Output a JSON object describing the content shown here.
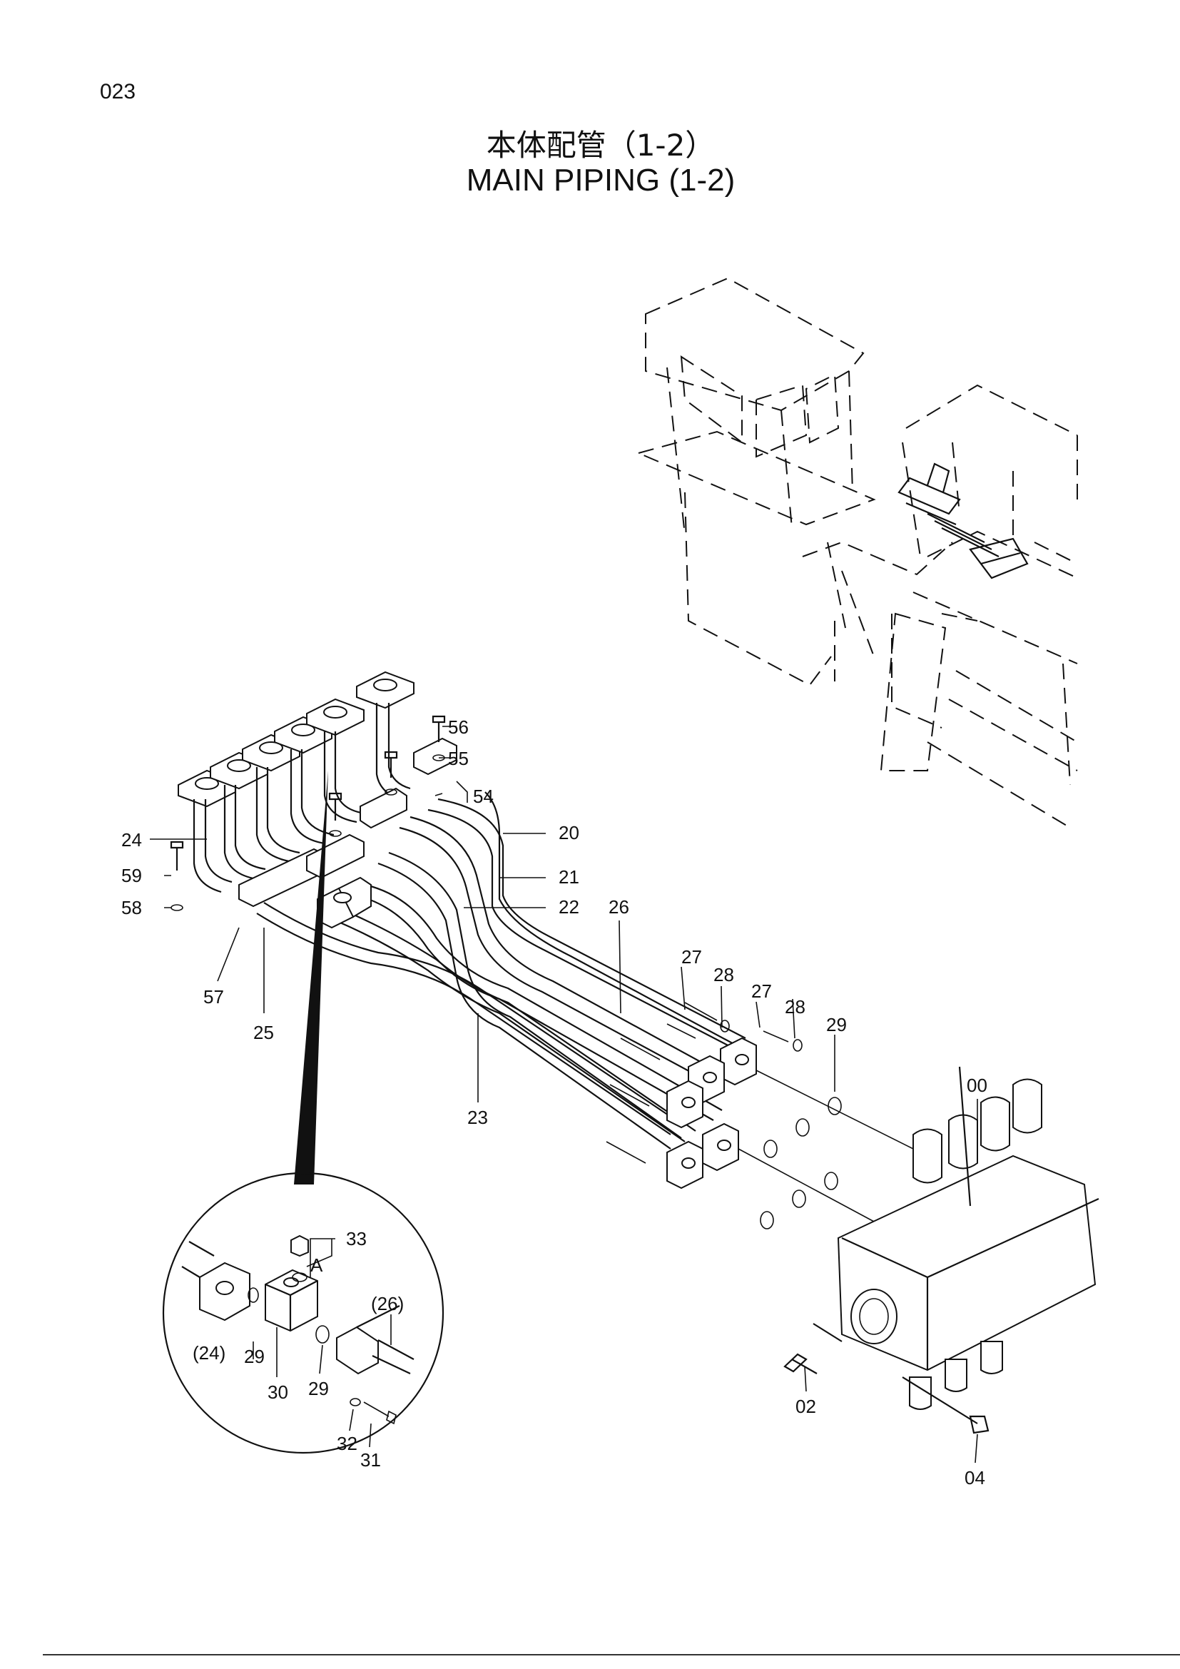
{
  "page_number": "023",
  "title_jp": "本体配管（1-2）",
  "title_en": "MAIN PIPING (1-2)",
  "callouts": {
    "c56": "56",
    "c55": "55",
    "c54": "54",
    "c20": "20",
    "c21": "21",
    "c22": "22",
    "c24": "24",
    "c59": "59",
    "c58": "58",
    "c57": "57",
    "c25": "25",
    "c26": "26",
    "c27a": "27",
    "c28a": "28",
    "c27b": "27",
    "c28b": "28",
    "c29": "29",
    "c23": "23",
    "c00": "00",
    "c02": "02",
    "c04": "04"
  },
  "detail": {
    "c33": "33",
    "cA": "A",
    "c26": "(26)",
    "c24": "(24)",
    "c29a": "29",
    "c30": "30",
    "c29b": "29",
    "c32": "32",
    "c31": "31"
  },
  "icons": [
    "machine-outline",
    "pipe-assembly",
    "control-valve",
    "detail-circle"
  ]
}
